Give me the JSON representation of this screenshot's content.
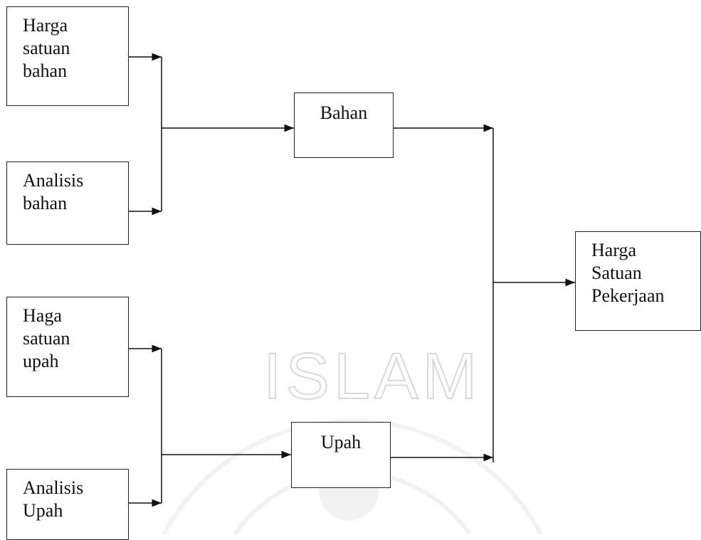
{
  "diagram": {
    "nodes": {
      "harga_satuan_bahan": [
        "Harga",
        "satuan",
        "bahan"
      ],
      "analisis_bahan": [
        "Analisis",
        "bahan"
      ],
      "haga_satuan_upah": [
        "Haga",
        "satuan",
        "upah"
      ],
      "analisis_upah": [
        "Analisis",
        "Upah"
      ],
      "bahan": "Bahan",
      "upah": "Upah",
      "harga_satuan_pekerjaan": [
        "Harga",
        "Satuan",
        "Pekerjaan"
      ]
    }
  },
  "watermark": {
    "text": "ISLAM"
  }
}
